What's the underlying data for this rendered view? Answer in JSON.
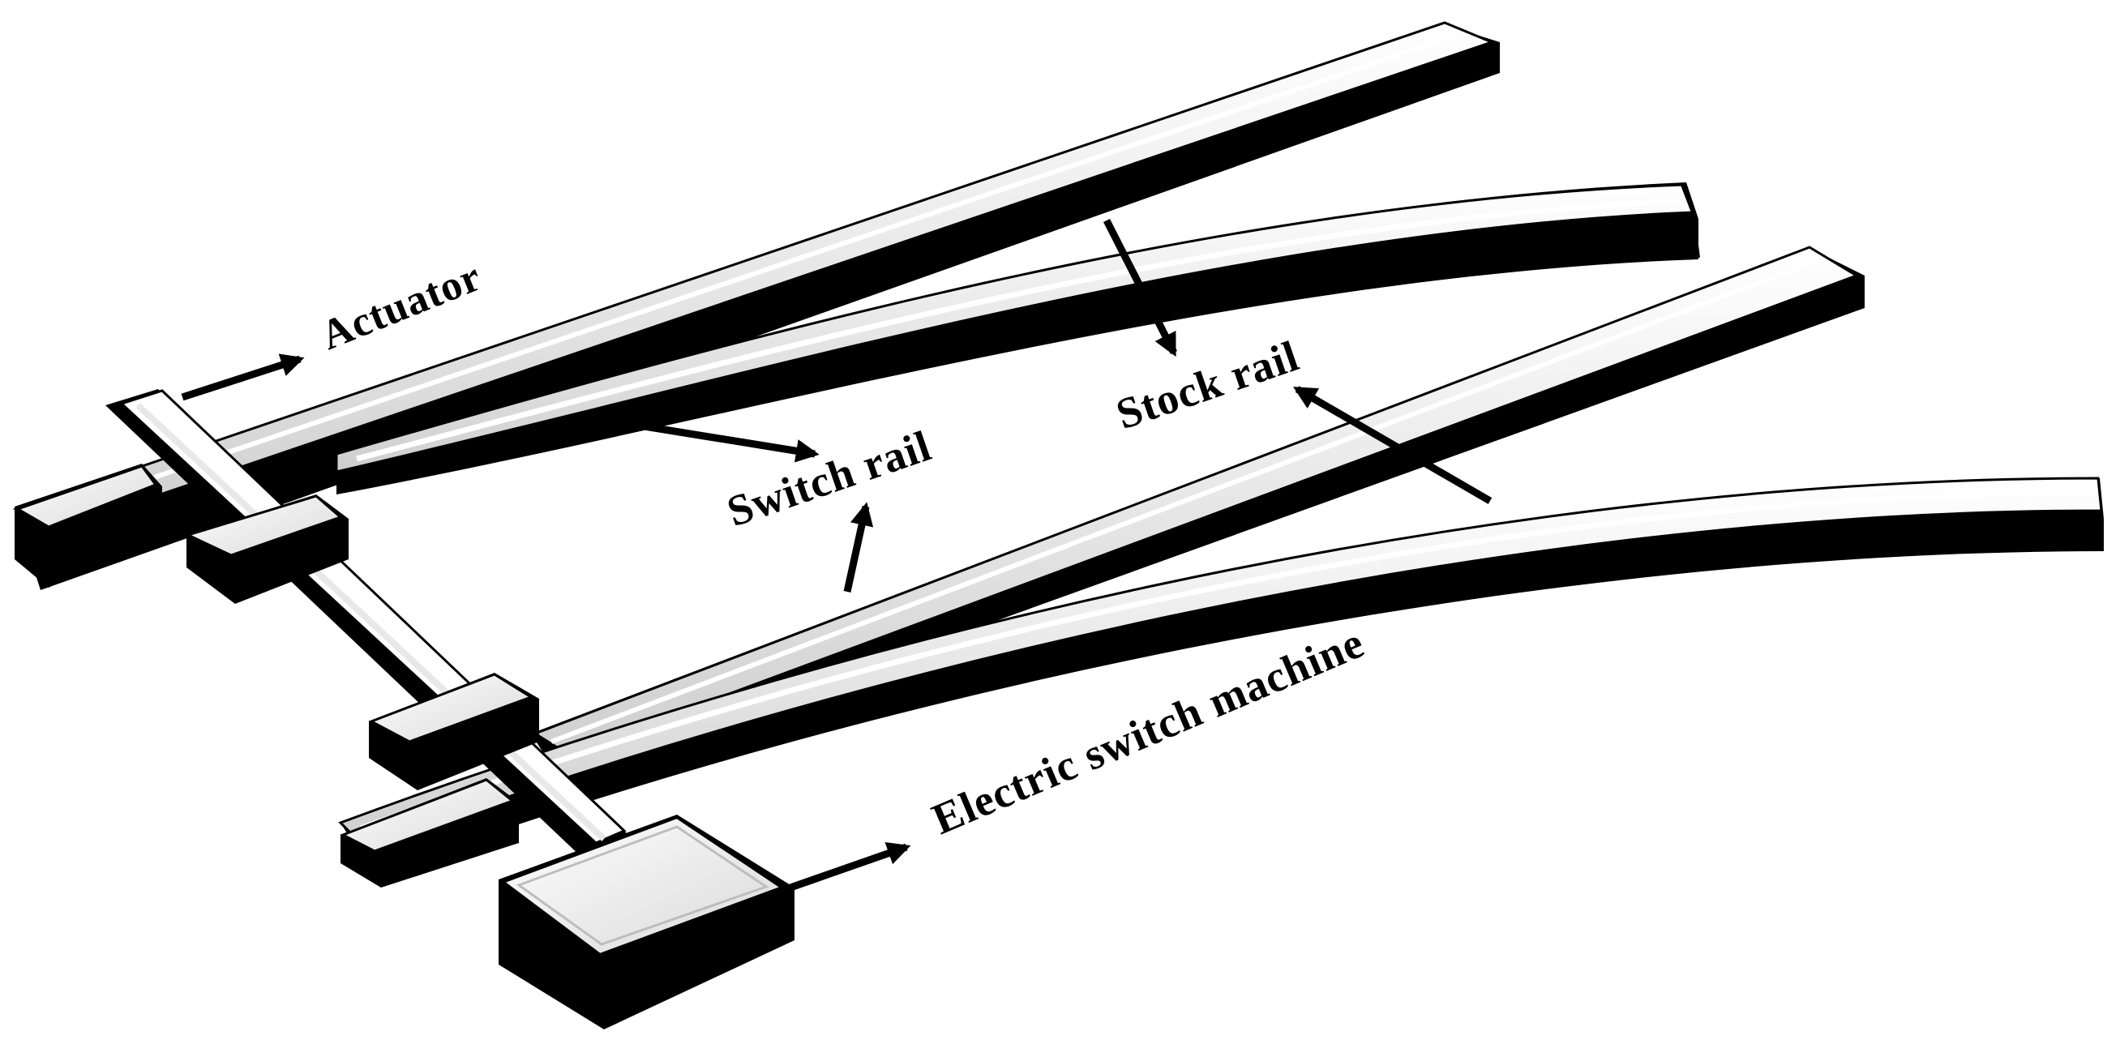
{
  "labels": {
    "actuator": "Actuator",
    "switch_rail": "Switch rail",
    "stock_rail": "Stock rail",
    "electric_switch_machine": "Electric switch machine"
  },
  "colors": {
    "background": "#ffffff",
    "rail_dark": "#000000",
    "rail_highlight": "#f2f2f2",
    "arrow": "#000000"
  }
}
